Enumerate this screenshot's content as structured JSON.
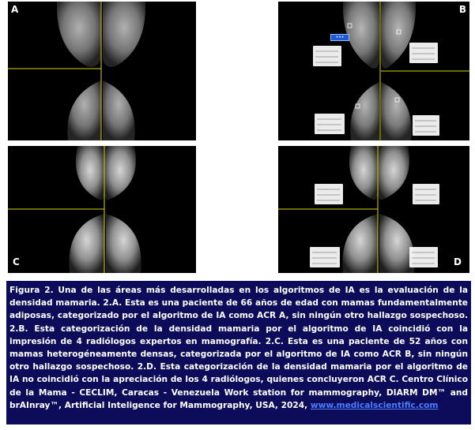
{
  "panels": [
    {
      "label": "A"
    },
    {
      "label": "B"
    },
    {
      "label": "C"
    },
    {
      "label": "D"
    }
  ],
  "overlay": {
    "button_text": "•••",
    "color_overlay_line": "#d6d600",
    "color_button": "#1e5bd6"
  },
  "caption": {
    "text": "Figura 2. Una de las áreas más desarrolladas en los algoritmos de IA es la evaluación de la densidad mamaria. 2.A. Esta es una paciente de 66 años de edad con mamas fundamentalmente adiposas, categorizado por el algoritmo de IA como ACR A, sin ningún otro hallazgo sospechoso. 2.B. Esta categorización de la densidad mamaria por el algoritmo de IA coincidió con la impresión de 4 radiólogos expertos en mamografía. 2.C. Esta es una paciente de 52 años con mamas heterogéneamente densas, categorizada por el algoritmo de IA como ACR B, sin ningún otro hallazgo sospechoso. 2.D. Esta categorización de la densidad mamaria por el algoritmo de IA no coincidió con la apreciación de los 4 radiólogos, quienes concluyeron ACR C. Centro Clínico de la Mama - CECLIM, Caracas - Venezuela Work station for mammography, DIARM DM™ and  brAInray™, Artificial Inteligence for Mammography, USA, 2024, ",
    "link": "www.medicalscientific.com",
    "color_background": "#0c0c5a",
    "color_link": "#4a7dff"
  }
}
